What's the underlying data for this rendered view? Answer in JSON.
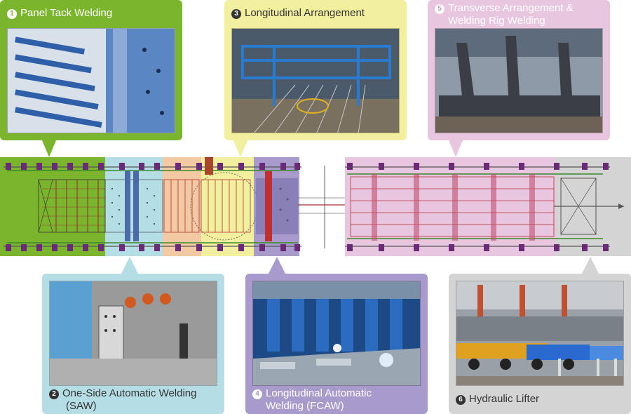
{
  "colors": {
    "green": "#7bb52e",
    "blue": "#b5dde6",
    "yellow": "#f2ef9f",
    "purple": "#a89bcc",
    "pink": "#e9c6df",
    "gray": "#d4d4d4",
    "orange": "#f3c9a3"
  },
  "steps": [
    {
      "number": "1",
      "title": "Panel Tack Welding"
    },
    {
      "number": "2",
      "title_line1": "One-Side Automatic Welding",
      "title_line2": "(SAW)"
    },
    {
      "number": "3",
      "title": "Longitudinal Arrangement"
    },
    {
      "number": "4",
      "title_line1": "Longitudinal Automatic",
      "title_line2": "Welding (FCAW)"
    },
    {
      "number": "5",
      "title_line1": "Transverse Arrangement &",
      "title_line2": "Welding  Rig Welding"
    },
    {
      "number": "6",
      "title": "Hydraulic Lifter"
    }
  ]
}
